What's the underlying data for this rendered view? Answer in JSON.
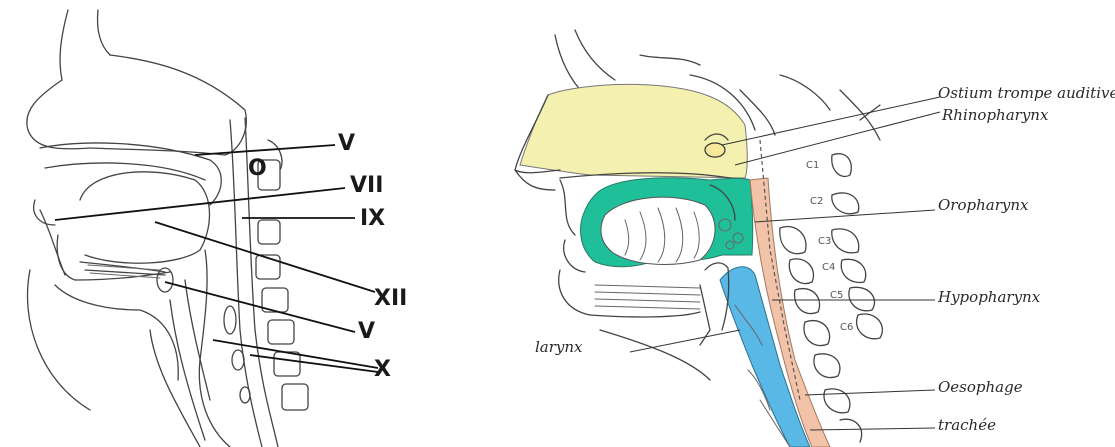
{
  "left_figure": {
    "nerve_labels": [
      "V",
      "VII",
      "IX",
      "XII",
      "V",
      "X"
    ],
    "inner_label": "O"
  },
  "right_figure": {
    "labels": [
      "Ostium trompe auditive",
      "Rhinopharynx",
      "Oropharynx",
      "Hypopharynx",
      "Oesophage",
      "trachée",
      "larynx"
    ],
    "vertebrae": [
      "C1",
      "C2",
      "C3",
      "C4",
      "C5",
      "C6"
    ],
    "colors": {
      "rhinopharynx": "#f3f0b0",
      "oropharynx": "#1fbf9a",
      "hypopharynx": "#f2c3a8",
      "larynx_trachea": "#5ab8e6",
      "pencil": "#444444"
    }
  }
}
